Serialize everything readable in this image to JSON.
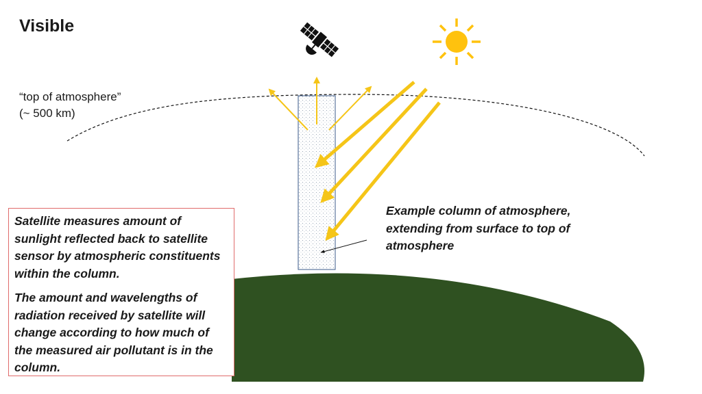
{
  "title": "Visible",
  "top_of_atmosphere": {
    "line1": "“top of atmosphere”",
    "line2": "(~ 500 km)"
  },
  "column_label": "Example column of atmosphere, extending from surface to top of atmosphere",
  "info_box": {
    "paragraph1": "Satellite measures amount of sunlight reflected back to satellite sensor by atmospheric constituents within the column.",
    "paragraph2": "The amount and wavelengths of radiation received by satellite will change according to how much of the measured air pollutant is in the column."
  },
  "icons": {
    "satellite": "satellite-icon",
    "sun": "sun-icon"
  },
  "colors": {
    "sunlight": "#f5c518",
    "sun": "#ffc20e",
    "earth": "#2f5121",
    "column_border": "#3a5a8a",
    "box_border": "#e06a6a"
  }
}
